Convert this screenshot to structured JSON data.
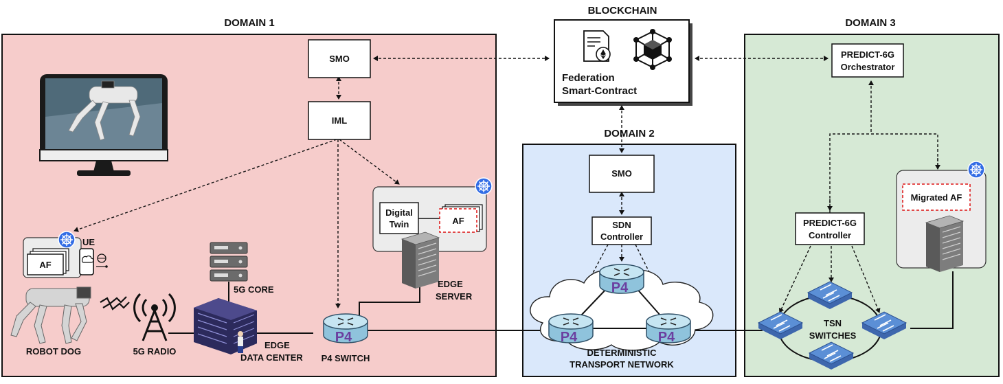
{
  "domains": {
    "d1": "DOMAIN 1",
    "d2": "DOMAIN 2",
    "d3": "DOMAIN 3",
    "blockchain": "BLOCKCHAIN"
  },
  "blockchain": {
    "line1": "Federation",
    "line2": "Smart-Contract"
  },
  "domain1": {
    "smo": "SMO",
    "iml": "IML",
    "digital_twin_1": "Digital",
    "digital_twin_2": "Twin",
    "af": "AF",
    "ue_af": "AF",
    "ue": "UE",
    "robot_dog": "ROBOT DOG",
    "radio": "5G RADIO",
    "core": "5G CORE",
    "edge_dc_1": "EDGE",
    "edge_dc_2": "DATA CENTER",
    "p4_switch": "P4 SWITCH",
    "edge_server_1": "EDGE",
    "edge_server_2": "SERVER"
  },
  "domain2": {
    "smo": "SMO",
    "sdn_1": "SDN",
    "sdn_2": "Controller",
    "net_1": "DETERMINISTIC",
    "net_2": "TRANSPORT NETWORK"
  },
  "domain3": {
    "orch_1": "PREDICT-6G",
    "orch_2": "Orchestrator",
    "ctrl_1": "PREDICT-6G",
    "ctrl_2": "Controller",
    "migrated_af": "Migrated AF",
    "tsn_1": "TSN",
    "tsn_2": "SWITCHES"
  },
  "p4_glyph": "P4",
  "colors": {
    "domain1_fill": "#f6cccb",
    "domain2_fill": "#dae8fb",
    "domain3_fill": "#d6e9d5",
    "k8s_blue": "#326ce5",
    "tsn_blue": "#4b79c4",
    "router_fill": "#b9dcec"
  }
}
